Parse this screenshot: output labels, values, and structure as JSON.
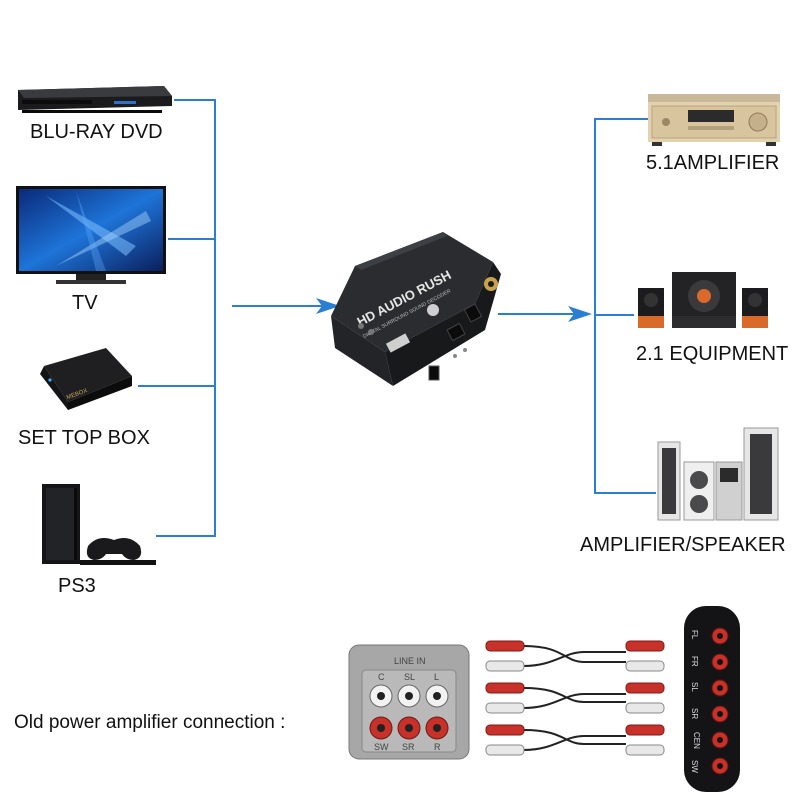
{
  "sources": {
    "bluray_label": "BLU-RAY DVD",
    "tv_label": "TV",
    "settop_label": "SET TOP BOX",
    "ps3_label": "PS3"
  },
  "outputs": {
    "amp51_label": "5.1AMPLIFIER",
    "eq21_label": "2.1 EQUIPMENT",
    "speaker_label": "AMPLIFIER/SPEAKER"
  },
  "device": {
    "brand_text": "HD AUDIO RUSH",
    "sub_text": "DIGITAL SURROUND SOUND DECODER"
  },
  "settop_brand": "MEBOX",
  "old_connection": {
    "label": "Old power amplifier connection :",
    "panel_title": "LINE IN",
    "panel_top_labels": [
      "C",
      "SL",
      "L"
    ],
    "panel_bottom_labels": [
      "SW",
      "SR",
      "R"
    ],
    "strip_labels": [
      "FL",
      "FR",
      "SL",
      "SR",
      "CEN",
      "SW"
    ]
  },
  "colors": {
    "wire": "#2a7fd4",
    "device_body": "#1f2124",
    "rca_red": "#c8302a",
    "rca_white": "#e8e8e8"
  }
}
